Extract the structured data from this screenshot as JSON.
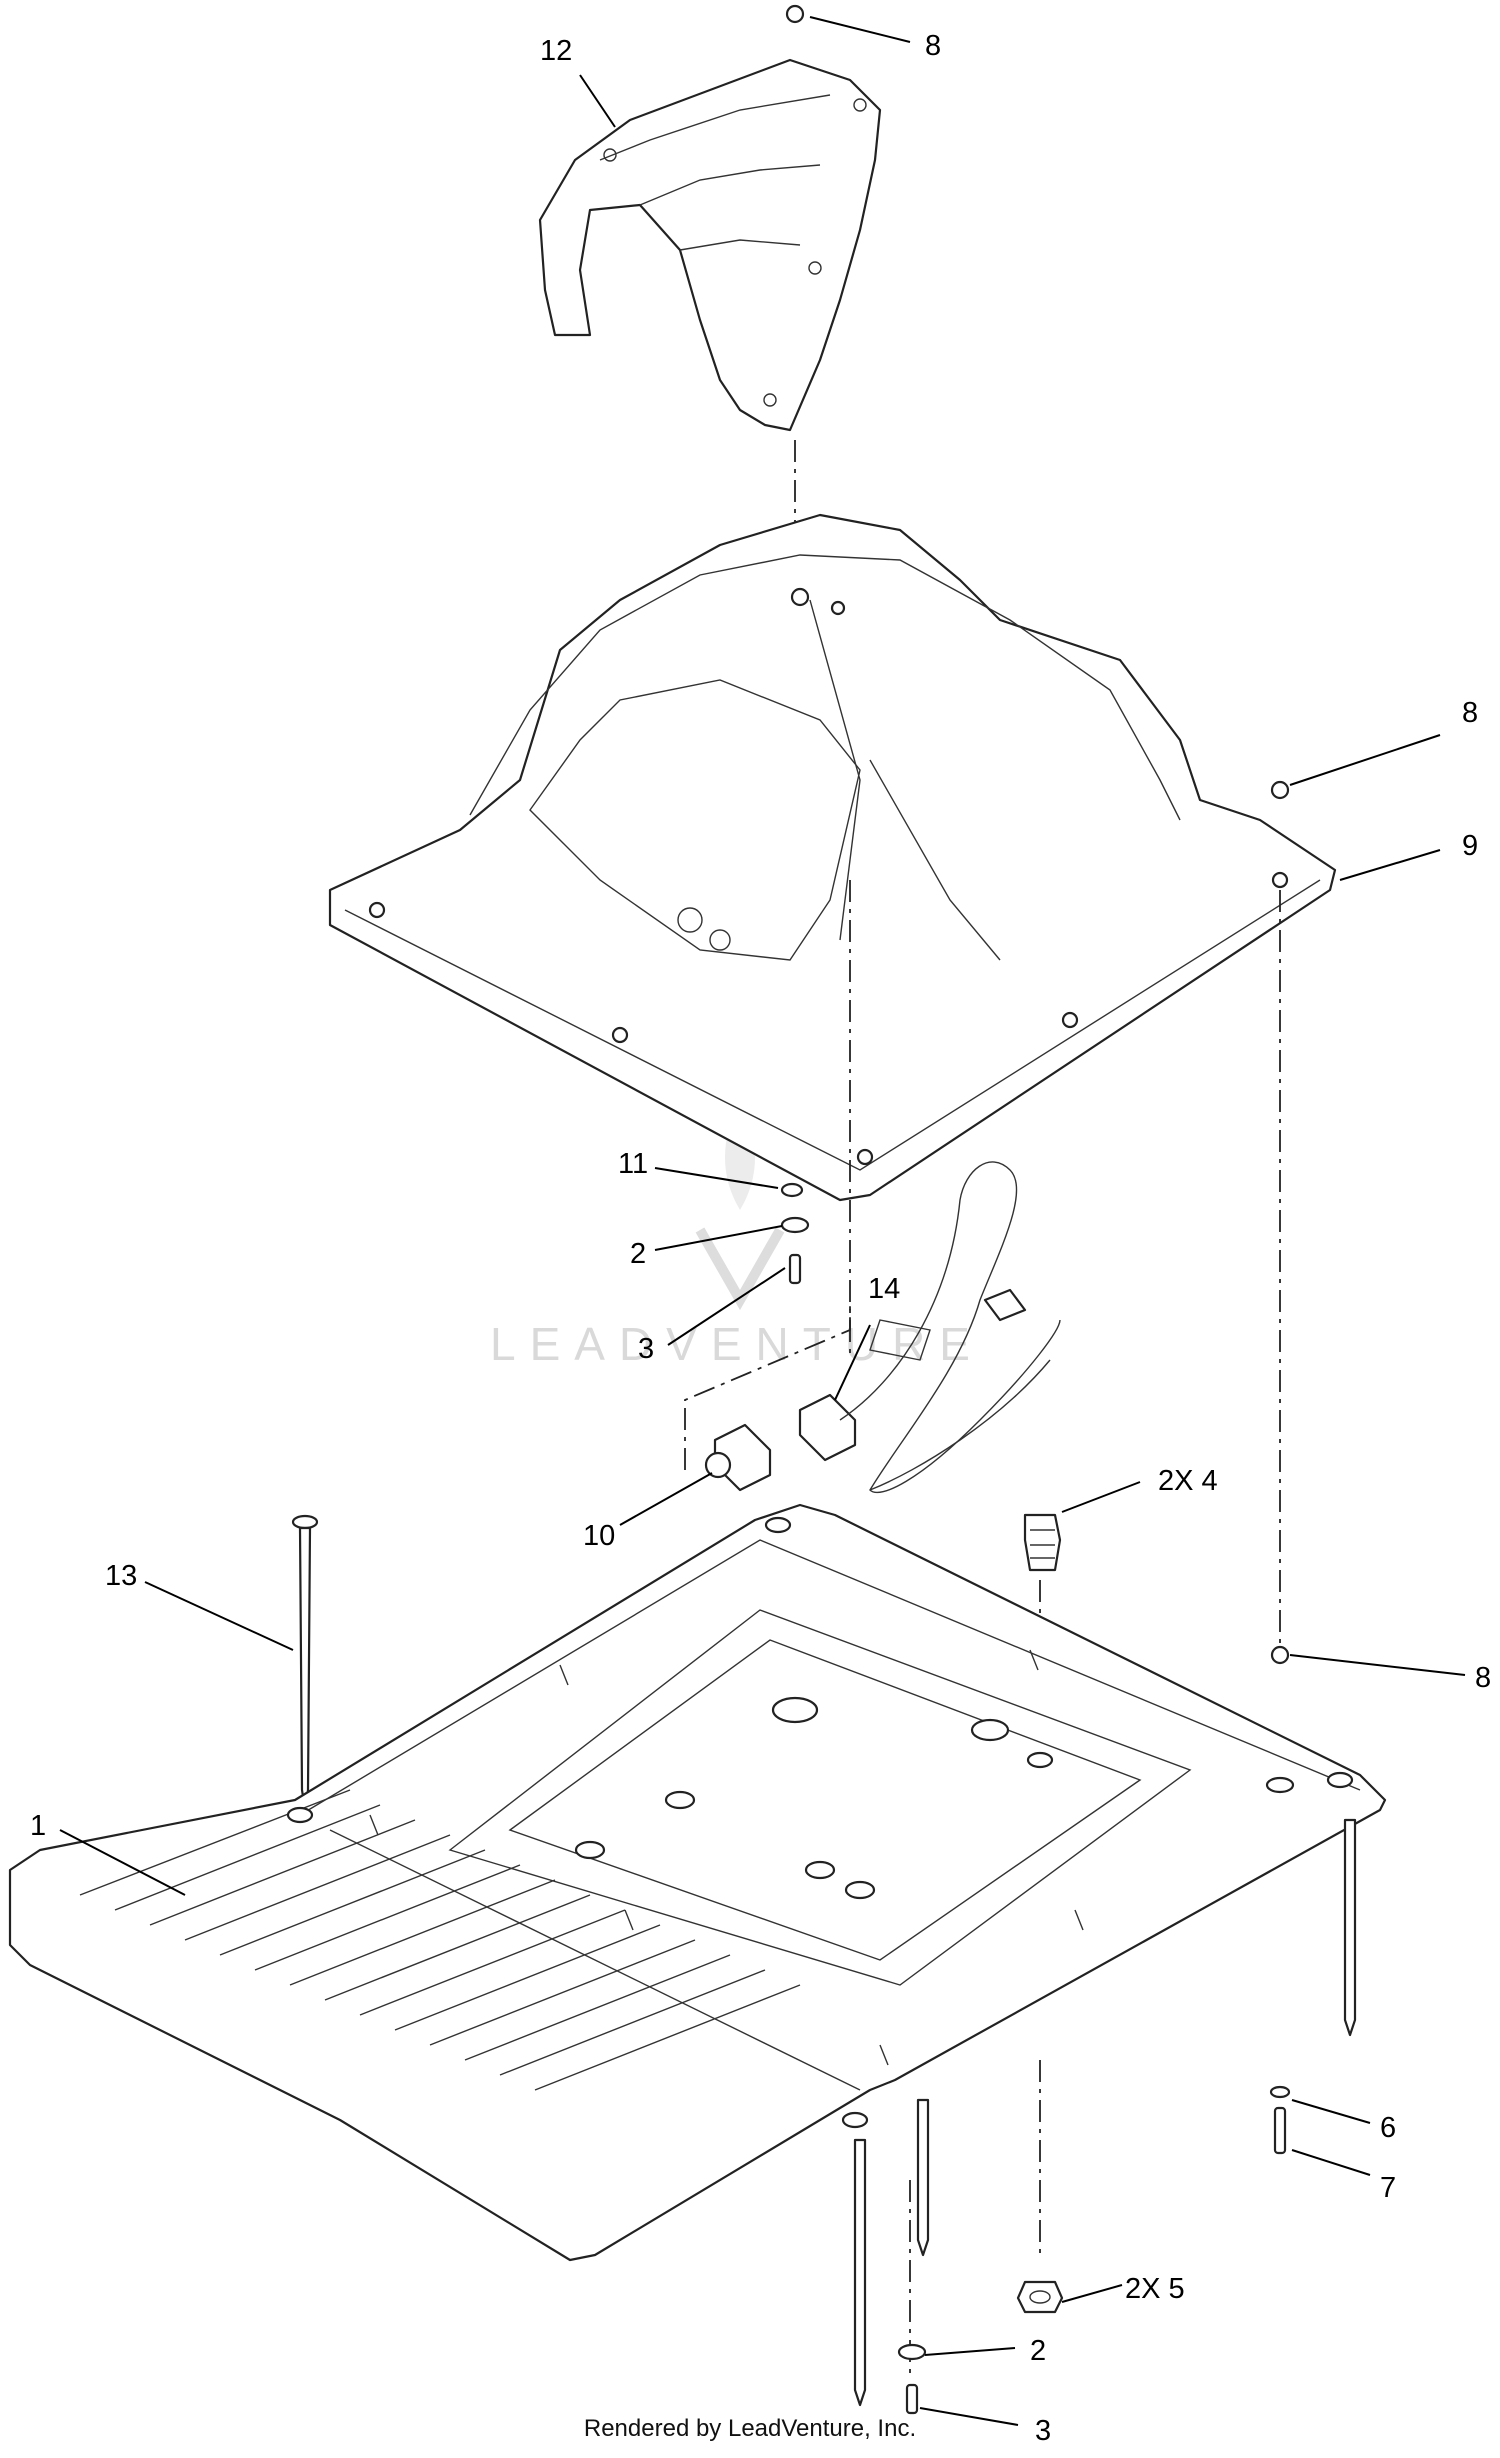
{
  "callouts": [
    {
      "id": "c12",
      "text": "12"
    },
    {
      "id": "c8a",
      "text": "8"
    },
    {
      "id": "c8b",
      "text": "8"
    },
    {
      "id": "c9",
      "text": "9"
    },
    {
      "id": "c11",
      "text": "11"
    },
    {
      "id": "c2a",
      "text": "2"
    },
    {
      "id": "c3a",
      "text": "3"
    },
    {
      "id": "c14",
      "text": "14"
    },
    {
      "id": "c10",
      "text": "10"
    },
    {
      "id": "c2x4",
      "text": "2X 4"
    },
    {
      "id": "c13",
      "text": "13"
    },
    {
      "id": "c8c",
      "text": "8"
    },
    {
      "id": "c1",
      "text": "1"
    },
    {
      "id": "c6",
      "text": "6"
    },
    {
      "id": "c7",
      "text": "7"
    },
    {
      "id": "c2x5",
      "text": "2X 5"
    },
    {
      "id": "c2b",
      "text": "2"
    },
    {
      "id": "c3b",
      "text": "3"
    }
  ],
  "watermark": {
    "text": "LEADVENTURE"
  },
  "footer": {
    "text": "Rendered by LeadVenture, Inc."
  }
}
